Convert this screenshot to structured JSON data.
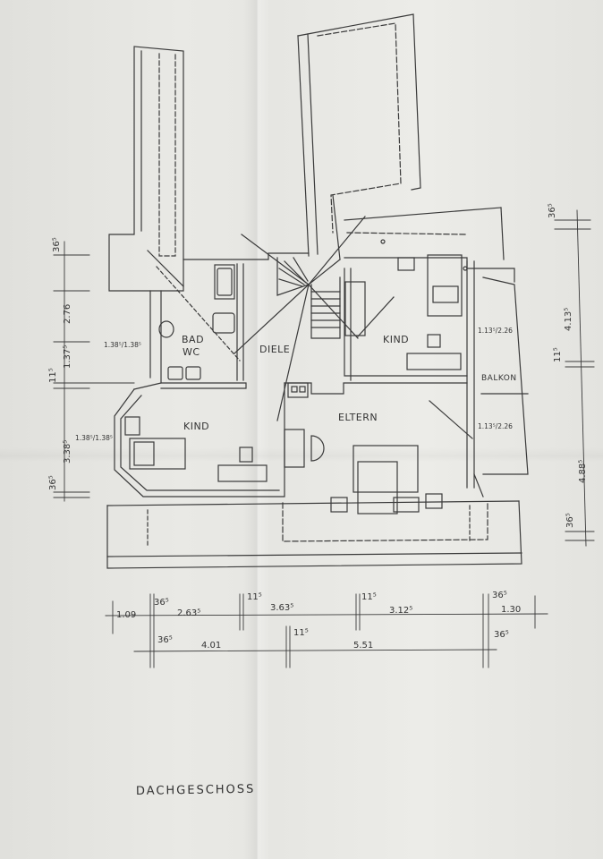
{
  "drawing": {
    "title": "DACHGESCHOSS",
    "rooms": {
      "bad": "BAD",
      "wc": "WC",
      "diele": "DIELE",
      "kind_left": "KIND",
      "kind_right": "KIND",
      "eltern": "ELTERN",
      "balkon": "BALKON"
    },
    "dims_bottom_upper": [
      "1.09",
      "36⁵",
      "2.63⁵",
      "11⁵",
      "3.63⁵",
      "11⁵",
      "3.12⁵",
      "36⁵",
      "1.30"
    ],
    "dims_bottom_lower": [
      "36⁵",
      "4.01",
      "11⁵",
      "5.51",
      "36⁵"
    ],
    "dims_left": [
      "36⁵",
      "2.76",
      "1.37⁵",
      "11⁵",
      "3.38⁵",
      "36⁵"
    ],
    "dims_right": [
      "36⁵",
      "4.13⁵",
      "11⁵",
      "4.88⁵",
      "36⁵"
    ],
    "window_notes": [
      "1.38⁵/1.38⁵",
      "1.38⁵/1.38⁵",
      "1.13⁵/2.26",
      "1.13⁵/2.26"
    ]
  }
}
